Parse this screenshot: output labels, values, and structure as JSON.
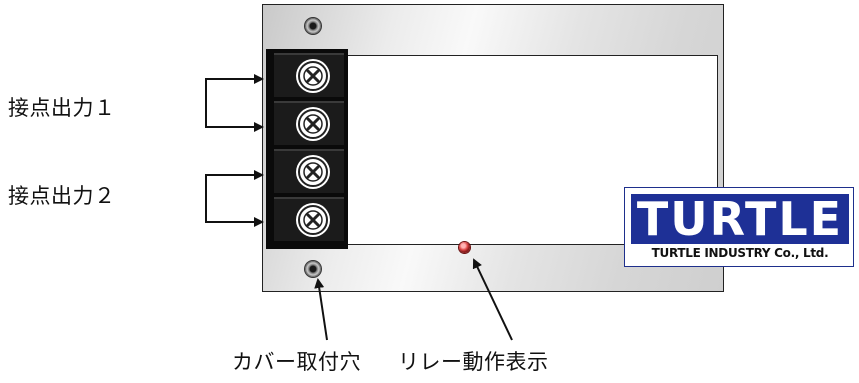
{
  "labels": {
    "contact_output_1": "接点出力１",
    "contact_output_2": "接点出力２",
    "cover_mount_hole": "カバー取付穴",
    "relay_indicator": "リレー動作表示"
  },
  "logo": {
    "brand": "TURTLE",
    "company": "TURTLE INDUSTRY Co., Ltd."
  },
  "colors": {
    "logo_blue": "#1e3096",
    "led_red": "#e04a4a"
  },
  "icons": [
    "screw-terminal-icon",
    "screw-hole-icon",
    "led-indicator-icon",
    "arrow-icon"
  ]
}
